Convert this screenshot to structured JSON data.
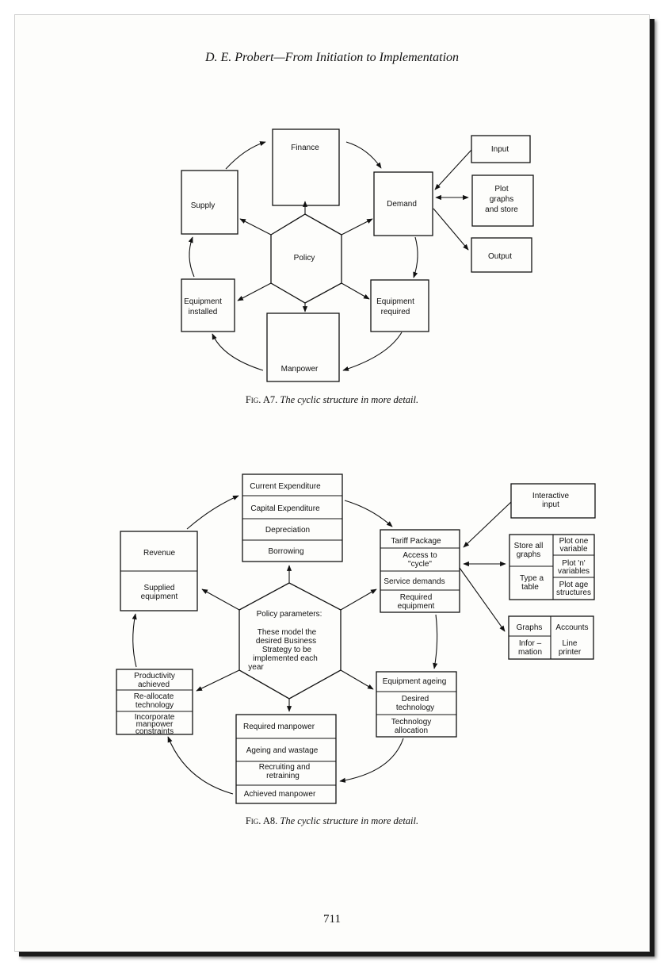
{
  "running_head": "D. E. Probert—From Initiation to Implementation",
  "fig_a7": {
    "caption_label": "Fig. A7.",
    "caption_text": "The cyclic structure in more detail.",
    "finance": "Finance",
    "supply": "Supply",
    "demand": "Demand",
    "policy": "Policy",
    "equipment_installed": [
      "Equipment",
      "installed"
    ],
    "equipment_required": [
      "Equipment",
      "required"
    ],
    "manpower": "Manpower",
    "input": "Input",
    "plot": [
      "Plot",
      "graphs",
      "and store"
    ],
    "output": "Output"
  },
  "fig_a8": {
    "caption_label": "Fig. A8.",
    "caption_text": "The cyclic structure in more detail.",
    "finance_rows": [
      "Current Expenditure",
      "Capital Expenditure",
      "Depreciation",
      "Borrowing"
    ],
    "revenue": "Revenue",
    "supplied_equipment": [
      "Supplied",
      "equipment"
    ],
    "tariff_rows": [
      "Tariff Package",
      "Access to",
      "\"cycle\"",
      "Service demands",
      "Required",
      "equipment"
    ],
    "interactive_input": [
      "Interactive",
      "input"
    ],
    "store": {
      "store_all": [
        "Store all",
        "graphs"
      ],
      "type_table": [
        "Type a",
        "table"
      ],
      "plot_one": [
        "Plot one",
        "variable"
      ],
      "plot_n": [
        "Plot 'n'",
        "variables"
      ],
      "plot_age": [
        "Plot age",
        "structures"
      ]
    },
    "graphs_box": {
      "graphs": "Graphs",
      "accounts": "Accounts",
      "information": [
        "Infor –",
        "mation"
      ],
      "line_printer": [
        "Line",
        "printer"
      ]
    },
    "policy_title": "Policy parameters:",
    "policy_body": [
      "These model the",
      "desired Business",
      "Strategy to be",
      "implemented each",
      "year"
    ],
    "productivity_rows": [
      "Productivity",
      "achieved",
      "Re-allocate",
      "technology",
      "Incorporate",
      "manpower",
      "constraints"
    ],
    "equipment_ageing_rows": [
      "Equipment ageing",
      "Desired",
      "technology",
      "Technology",
      "allocation"
    ],
    "manpower_rows": [
      "Required manpower",
      "Ageing and wastage",
      "Recruiting and",
      "retraining",
      "Achieved manpower"
    ]
  },
  "page_number": "711"
}
